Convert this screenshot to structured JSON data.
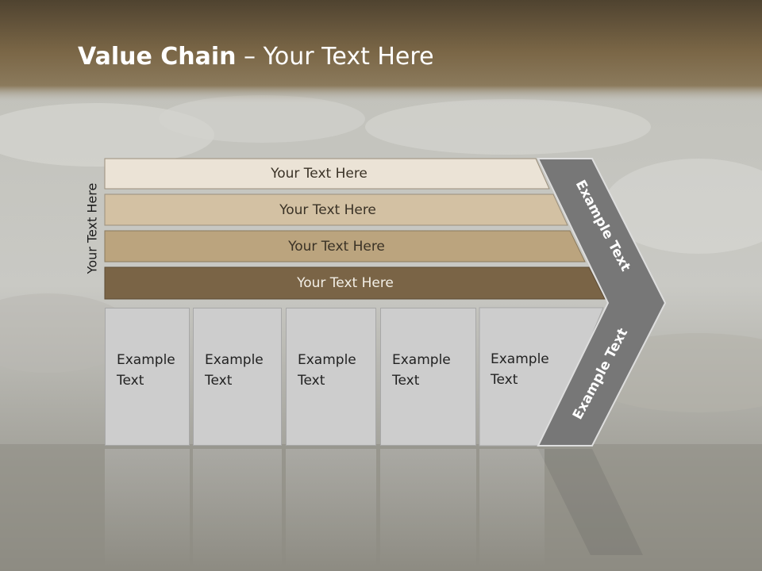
{
  "title": {
    "bold": "Value Chain",
    "rest": " – Your Text Here"
  },
  "side_label": "Your Text Here",
  "bands": [
    {
      "label": "Your Text Here",
      "color": "#ebe3d6"
    },
    {
      "label": "Your Text Here",
      "color": "#d3c1a3"
    },
    {
      "label": "Your Text Here",
      "color": "#bba47e"
    },
    {
      "label": "Your Text Here",
      "color": "#7a6446"
    }
  ],
  "columns": [
    {
      "line1": "Example",
      "line2": "Text"
    },
    {
      "line1": "Example",
      "line2": "Text"
    },
    {
      "line1": "Example",
      "line2": "Text"
    },
    {
      "line1": "Example",
      "line2": "Text"
    },
    {
      "line1": "Example",
      "line2": "Text"
    }
  ],
  "chevron_top": "Example Text",
  "chevron_bottom": "Example Text",
  "colors": {
    "chevron": "#777777",
    "header": "#6e5a3c",
    "column": "#cdcdcd"
  }
}
